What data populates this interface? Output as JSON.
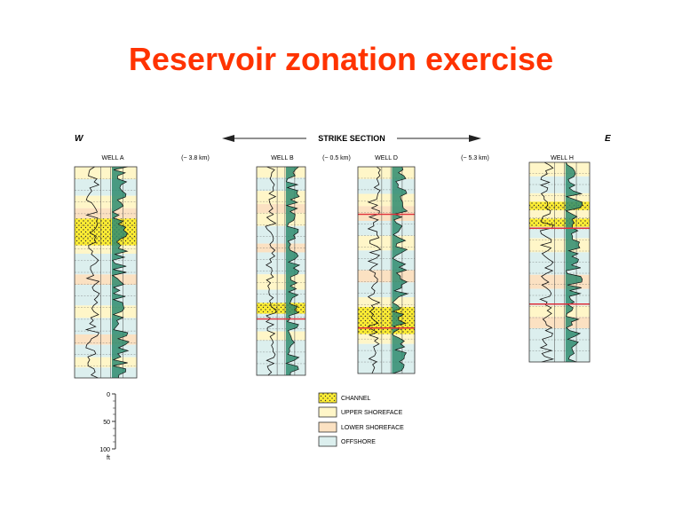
{
  "title": "Reservoir zonation exercise",
  "header": {
    "west": "W",
    "east": "E",
    "section_label": "STRIKE SECTION"
  },
  "wells": [
    {
      "name": "WELL A",
      "spacing_after": "(~ 3.8 km)"
    },
    {
      "name": "WELL B",
      "spacing_after": "(~ 0.5 km)"
    },
    {
      "name": "WELL D",
      "spacing_after": "(~ 5.3 km)"
    },
    {
      "name": "WELL H",
      "spacing_after": ""
    }
  ],
  "scale": {
    "ticks": [
      "0",
      "50",
      "100"
    ],
    "unit": "ft"
  },
  "legend": [
    {
      "label": "CHANNEL",
      "color": "#ffee33",
      "pattern": "dots"
    },
    {
      "label": "UPPER SHOREFACE",
      "color": "#fff6c8",
      "pattern": "none"
    },
    {
      "label": "LOWER SHOREFACE",
      "color": "#fbe1c2",
      "pattern": "none"
    },
    {
      "label": "OFFSHORE",
      "color": "#dcefee",
      "pattern": "none"
    }
  ],
  "colors": {
    "title": "#ff3300",
    "log_fill": "#2e8b6e",
    "boundary": "#e0303a"
  }
}
